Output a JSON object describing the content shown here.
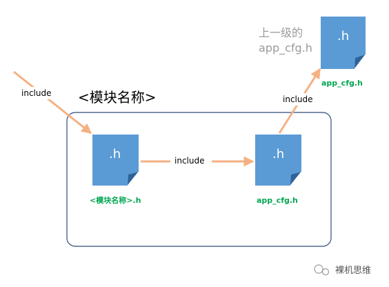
{
  "module": {
    "title": "<模块名称>"
  },
  "parent_note": {
    "line1": "上一级的",
    "line2": "app_cfg.h"
  },
  "files": {
    "module_header": {
      "ext": ".h",
      "name": "<模块名称>.h"
    },
    "local_cfg": {
      "ext": ".h",
      "name": "app_cfg.h"
    },
    "parent_cfg": {
      "ext": ".h",
      "name": "app_cfg.h"
    }
  },
  "edges": {
    "external_include": "include",
    "module_to_cfg": "include",
    "cfg_to_parent": "include"
  },
  "watermark": {
    "text": "裸机思维"
  },
  "colors": {
    "file_fill": "#5b9bd5",
    "file_fold": "#2e6399",
    "arrow": "#f4b183",
    "module_border": "#2f4a7a",
    "filename_text": "#00a651"
  }
}
